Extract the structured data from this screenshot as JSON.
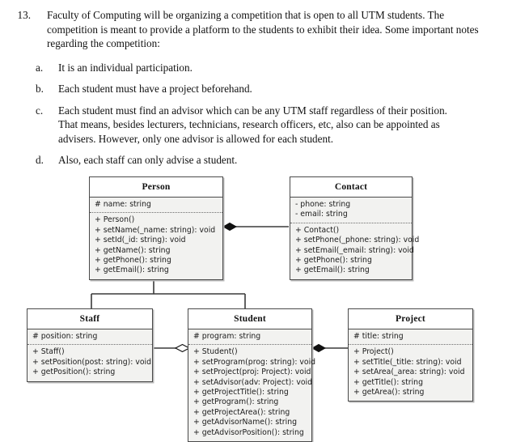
{
  "question": {
    "number": "13.",
    "stem": "Faculty of Computing will be organizing a competition that is open to all UTM students. The competition is meant to provide a platform to the students to exhibit their idea. Some important notes regarding the competition:",
    "sub_items": [
      {
        "label": "a.",
        "text": "It is an individual participation."
      },
      {
        "label": "b.",
        "text": "Each student must have a project beforehand."
      },
      {
        "label": "c.",
        "text": "Each student must find an advisor which can be any UTM staff regardless of their position. That means, besides lecturers, technicians, research officers, etc, also can be appointed as advisers. However, only one advisor is allowed for each student."
      },
      {
        "label": "d.",
        "text": "Also, each staff can only advise a student."
      }
    ]
  },
  "diagram": {
    "type": "uml-class-diagram",
    "classes": [
      {
        "id": "person",
        "name": "Person",
        "attributes": [
          "# name: string"
        ],
        "operations": [
          "+ Person()",
          "+ setName(_name: string): void",
          "+ setId(_id: string): void",
          "+ getName(): string",
          "+ getPhone(): string",
          "+ getEmail(): string"
        ]
      },
      {
        "id": "contact",
        "name": "Contact",
        "attributes": [
          "- phone: string",
          "- email: string"
        ],
        "operations": [
          "+ Contact()",
          "+ setPhone(_phone: string): void",
          "+ setEmail(_email: string): void",
          "+ getPhone(): string",
          "+ getEmail(): string"
        ]
      },
      {
        "id": "staff",
        "name": "Staff",
        "attributes": [
          "# position: string"
        ],
        "operations": [
          "+ Staff()",
          "+ setPosition(post: string): void",
          "+ getPosition(): string"
        ]
      },
      {
        "id": "student",
        "name": "Student",
        "attributes": [
          "# program: string"
        ],
        "operations": [
          "+ Student()",
          "+ setProgram(prog: string): void",
          "+ setProject(proj: Project): void",
          "+ setAdvisor(adv: Project): void",
          "+ getProjectTitle(): string",
          "+ getProgram(): string",
          "+ getProjectArea(): string",
          "+ getAdvisorName(): string",
          "+ getAdvisorPosition(): string"
        ]
      },
      {
        "id": "project",
        "name": "Project",
        "attributes": [
          "# title: string"
        ],
        "operations": [
          "+ Project()",
          "+ setTitle(_title: string): void",
          "+ setArea(_area: string): void",
          "+ getTitle(): string",
          "+ getArea(): string"
        ]
      }
    ],
    "relationships": [
      {
        "from": "person",
        "to": "contact",
        "kind": "composition"
      },
      {
        "from": "staff",
        "to": "person",
        "kind": "generalization"
      },
      {
        "from": "student",
        "to": "person",
        "kind": "generalization"
      },
      {
        "from": "staff",
        "to": "student",
        "kind": "aggregation"
      },
      {
        "from": "student",
        "to": "project",
        "kind": "composition"
      }
    ]
  }
}
